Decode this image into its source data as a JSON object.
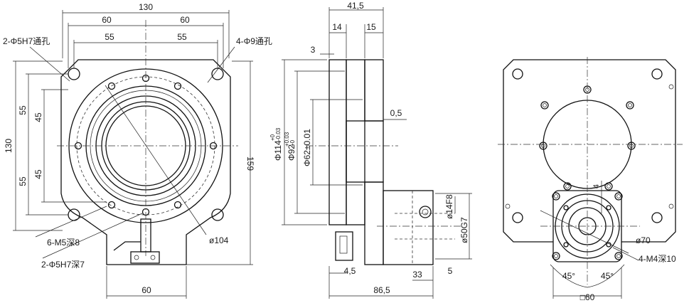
{
  "front_view": {
    "dims": {
      "width_130": "130",
      "left_60": "60",
      "right_60": "60",
      "left_55": "55",
      "right_55": "55",
      "height_130": "130",
      "v_55_top": "55",
      "v_45_top": "45",
      "v_45_bot": "45",
      "v_55_bot": "55",
      "height_159": "159",
      "bottom_60": "60"
    },
    "callouts": {
      "pin_holes_top": "2-Φ5H7通孔",
      "through_holes": "4-Φ9通孔",
      "tapped_holes": "6-M5深8",
      "pin_holes_bottom": "2-Φ5H7深7",
      "pcd": "ø104"
    }
  },
  "side_view": {
    "dims": {
      "top_41_5": "41,5",
      "d_14": "14",
      "d_15": "15",
      "d_3": "3",
      "d_0_5": "0,5",
      "dia_114": "Φ114",
      "dia_114_tol_up": "+0",
      "dia_114_tol_dn": "-0.03",
      "dia_92": "Φ92",
      "dia_92_tol_up": "+0.03",
      "dia_92_tol_dn": "+0",
      "dia_62": "Φ62±0.01",
      "shaft_14": "ø14F8",
      "shaft_50": "ø50G7",
      "d_4_5": "4,5",
      "d_33": "33",
      "d_5": "5",
      "total_86_5": "86,5"
    }
  },
  "back_view": {
    "dims": {
      "dia_70": "ø70",
      "tapped": "4-M4深10",
      "angle_left": "45°",
      "angle_right": "45°",
      "square_60": "□60",
      "small_4": "4"
    }
  }
}
